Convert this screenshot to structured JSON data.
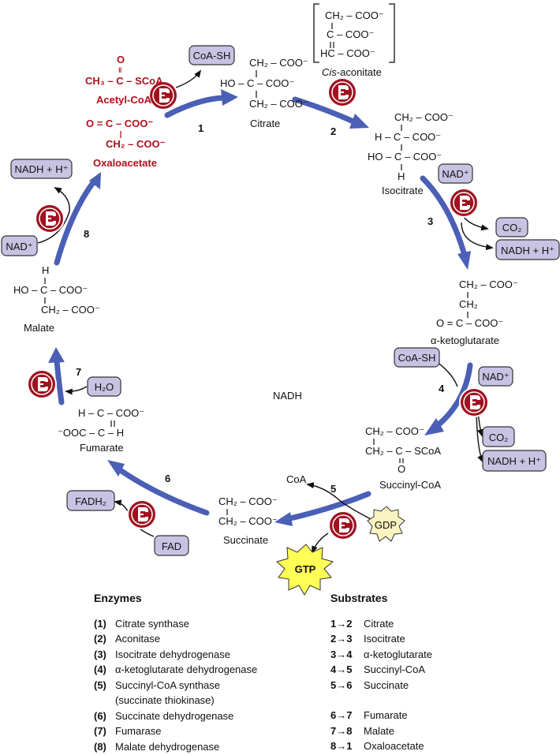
{
  "center_label": "NADH",
  "steps": [
    "1",
    "2",
    "3",
    "4",
    "5",
    "6",
    "7",
    "8"
  ],
  "cofactors": {
    "coa_sh_1": "CoA-SH",
    "nadh_h_8": "NADH + H⁺",
    "nad_8": "NAD⁺",
    "nad_3": "NAD⁺",
    "co2_3": "CO₂",
    "nadh_h_3": "NADH + H⁺",
    "coa_sh_4": "CoA-SH",
    "nad_4": "NAD⁺",
    "co2_4": "CO₂",
    "nadh_h_4": "NADH + H⁺",
    "coa_5": "CoA",
    "gdp": "GDP",
    "gtp": "GTP",
    "fadh2": "FADH₂",
    "fad": "FAD",
    "h2o": "H₂O"
  },
  "molecules": {
    "acetyl": {
      "keto": "O",
      "bond": "‖",
      "formula": "CH₃ – C – SCoA",
      "name": "Acetyl-CoA"
    },
    "oxaloacetate": {
      "l1": "O = C – COO⁻",
      "l2": "CH₂ – COO⁻",
      "name": "Oxaloacetate"
    },
    "citrate": {
      "l1": "CH₂ – COO⁻",
      "l2": "HO – C – COO⁻",
      "l3": "CH₂ – COO⁻",
      "name": "Citrate"
    },
    "cis_aconitate": {
      "l1": "CH₂ – COO⁻",
      "l2": "C – COO⁻",
      "l3": "HC – COO⁻",
      "name_italic": "Cis",
      "name_rest": "-aconitate"
    },
    "isocitrate": {
      "l1": "CH₂ – COO⁻",
      "l2": "H – C – COO⁻",
      "l3": "HO – C – COO⁻",
      "l4": "H",
      "name": "Isocitrate"
    },
    "alpha_kg": {
      "l1": "CH₂ – COO⁻",
      "l2": "CH₂",
      "l3": "O = C – COO⁻",
      "name": "α-ketoglutarate"
    },
    "succinyl_coa": {
      "l1": "CH₂ – COO⁻",
      "l2": "CH₂ – C – SCoA",
      "l3": "O",
      "name": "Succinyl-CoA"
    },
    "succinate": {
      "l1": "CH₂ – COO⁻",
      "l2": "CH₂ – COO⁻",
      "name": "Succinate"
    },
    "fumarate": {
      "l1": "H – C – COO⁻",
      "l2": "⁻OOC – C – H",
      "name": "Fumarate"
    },
    "malate": {
      "l1": "H",
      "l2": "HO – C – COO⁻",
      "l3": "CH₂ – COO⁻",
      "name": "Malate"
    }
  },
  "legend": {
    "enzymes_title": "Enzymes",
    "enzymes": [
      {
        "num": "(1)",
        "name": "Citrate synthase"
      },
      {
        "num": "(2)",
        "name": "Aconitase"
      },
      {
        "num": "(3)",
        "name": "Isocitrate dehydrogenase"
      },
      {
        "num": "(4)",
        "name": "α-ketoglutarate dehydrogenase"
      },
      {
        "num": "(5)",
        "name": "Succinyl-CoA synthase"
      },
      {
        "num": "",
        "name": "(succinate thiokinase)"
      },
      {
        "num": "(6)",
        "name": "Succinate dehydrogenase"
      },
      {
        "num": "(7)",
        "name": "Fumarase"
      },
      {
        "num": "(8)",
        "name": "Malate dehydrogenase"
      }
    ],
    "substrates_title": "Substrates",
    "substrates": [
      {
        "pair": "1→2",
        "name": "Citrate"
      },
      {
        "pair": "2→3",
        "name": "Isocitrate"
      },
      {
        "pair": "3→4",
        "name": "α-ketoglutarate"
      },
      {
        "pair": "4→5",
        "name": "Succinyl-CoA"
      },
      {
        "pair": "5→6",
        "name": "Succinate"
      },
      {
        "pair": "",
        "name": ""
      },
      {
        "pair": "6→7",
        "name": "Fumarate"
      },
      {
        "pair": "7→8",
        "name": "Malate"
      },
      {
        "pair": "8→1",
        "name": "Oxaloacetate"
      }
    ]
  },
  "colors": {
    "arrow_blue": "#4a5fb5",
    "enzyme_red": "#a01220",
    "box_purple": "#c9c3e3",
    "box_border": "#333333",
    "burst_yellow": "#ffff55",
    "gdp_cream": "#fbf4c0",
    "red_text": "#b0101c"
  }
}
